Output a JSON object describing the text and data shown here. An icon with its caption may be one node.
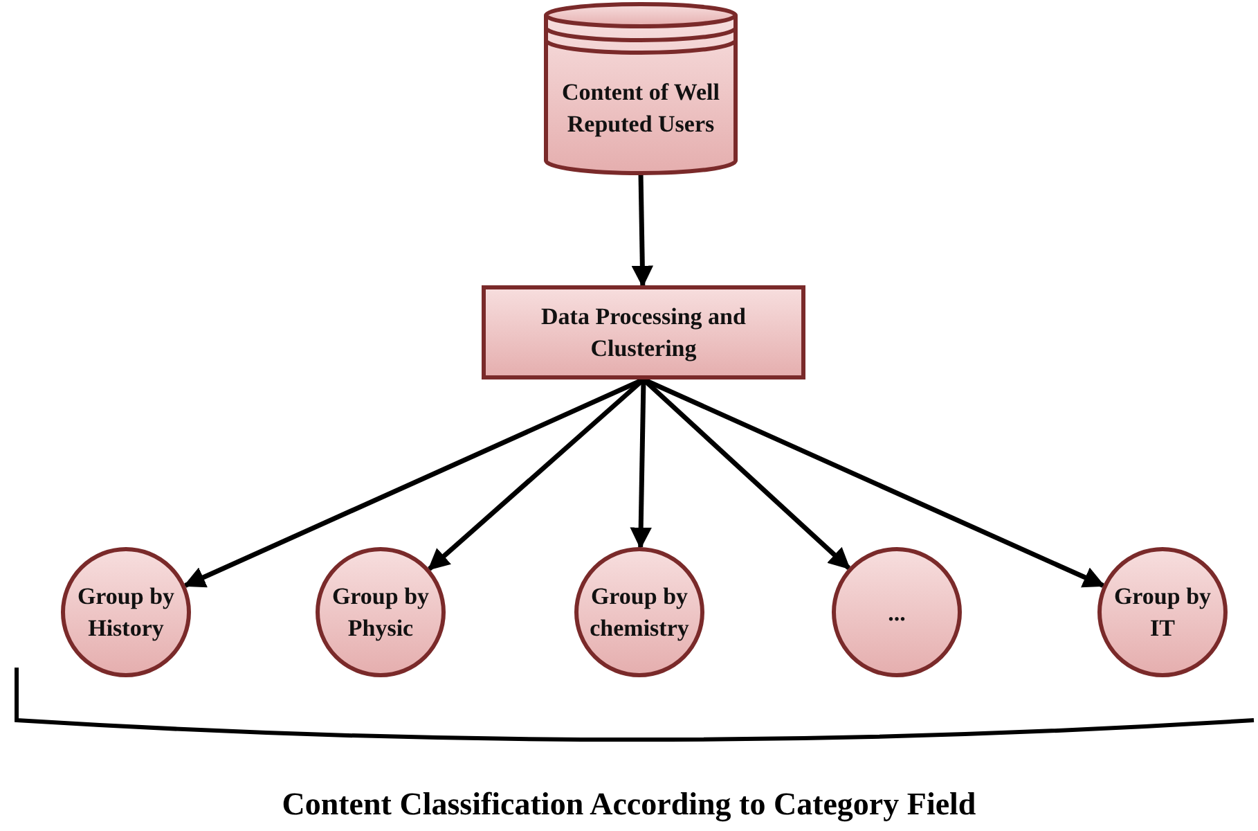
{
  "diagram": {
    "caption": "Content Classification According to Category Field",
    "nodes": [
      {
        "text": [
          "Content of Well Reputed Users"
        ]
      },
      {
        "text": [
          "Data Processing and Clustering"
        ]
      },
      {
        "text": [
          "Group by History"
        ]
      },
      {
        "text": [
          "Group by Physic"
        ]
      },
      {
        "text": [
          "Group by chemistry"
        ]
      },
      {
        "text": [
          "..."
        ]
      },
      {
        "text": [
          "Group by IT"
        ]
      }
    ],
    "edges": [
      {
        "from": 0,
        "to": 1,
        "arrow": "to"
      },
      {
        "from": 1,
        "to": 2,
        "arrow": "to"
      },
      {
        "from": 1,
        "to": 3,
        "arrow": "to"
      },
      {
        "from": 1,
        "to": 4,
        "arrow": "to"
      },
      {
        "from": 1,
        "to": 5,
        "arrow": "to"
      },
      {
        "from": 1,
        "to": 6,
        "arrow": "to"
      }
    ]
  }
}
